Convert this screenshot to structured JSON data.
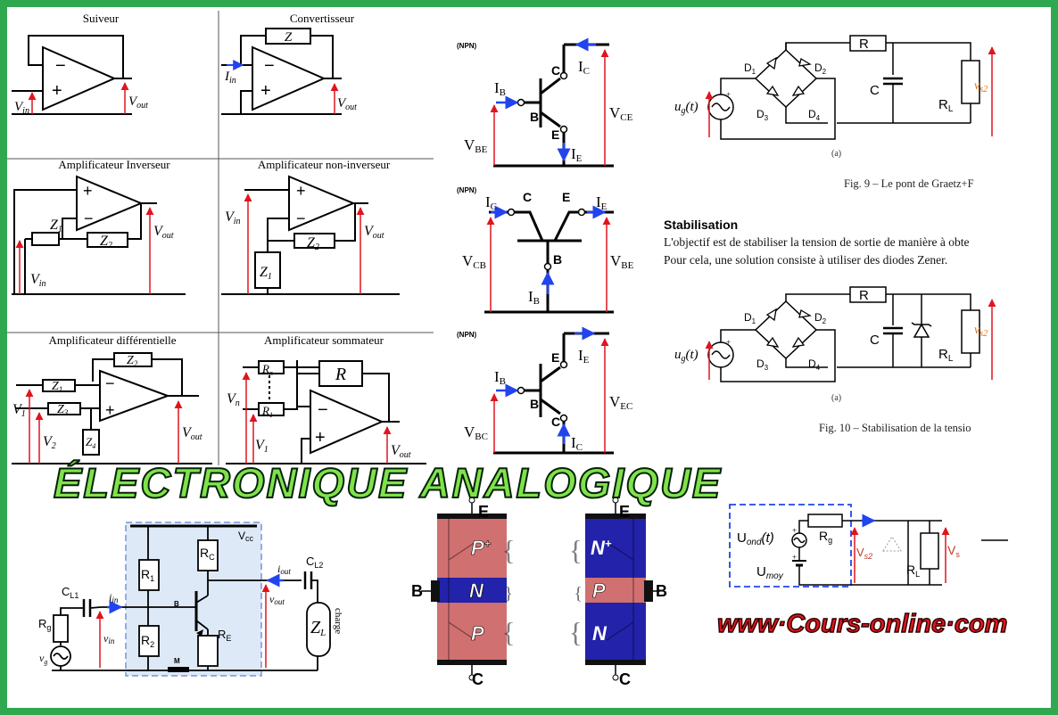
{
  "op_amps": [
    {
      "title": "Suiveur",
      "labels": {
        "in": "V",
        "in_sub": "in",
        "out": "V",
        "out_sub": "out"
      }
    },
    {
      "title": "Convertisseur",
      "labels": {
        "fb": "Z",
        "in": "I",
        "in_sub": "in",
        "out": "V",
        "out_sub": "out"
      }
    },
    {
      "title": "Amplificateur Inverseur",
      "labels": {
        "z1": "Z",
        "z1_sub": "1",
        "z2": "Z",
        "z2_sub": "2",
        "in": "V",
        "in_sub": "in",
        "out": "V",
        "out_sub": "out"
      }
    },
    {
      "title": "Amplificateur non-inverseur",
      "labels": {
        "z1": "Z",
        "z1_sub": "1",
        "z2": "Z",
        "z2_sub": "2",
        "in": "V",
        "in_sub": "in",
        "out": "V",
        "out_sub": "out"
      }
    },
    {
      "title": "Amplificateur différentielle",
      "labels": {
        "z1": "Z",
        "z1_sub": "1",
        "z2": "Z",
        "z2_sub": "2",
        "z3": "Z",
        "z3_sub": "3",
        "z4": "Z",
        "z4_sub": "4",
        "v1": "V",
        "v1_sub": "1",
        "v2": "V",
        "v2_sub": "2",
        "out": "V",
        "out_sub": "out"
      }
    },
    {
      "title": "Amplificateur sommateur",
      "labels": {
        "rn": "R",
        "rn_sub": "n",
        "r1": "R",
        "r1_sub": "1",
        "r": "R",
        "vn": "V",
        "vn_sub": "n",
        "v1": "V",
        "v1_sub": "1",
        "out": "V",
        "out_sub": "out"
      }
    }
  ],
  "transistors": [
    {
      "type": "(NPN)",
      "ib": "I",
      "ib_sub": "B",
      "ic": "I",
      "ic_sub": "C",
      "ie": "I",
      "ie_sub": "E",
      "v1": "V",
      "v1_sub": "BE",
      "v2": "V",
      "v2_sub": "CE",
      "b": "B",
      "c": "C",
      "e": "E"
    },
    {
      "type": "(NPN)",
      "ic": "I",
      "ic_sub": "C",
      "ie": "I",
      "ie_sub": "E",
      "ib": "I",
      "ib_sub": "B",
      "v1": "V",
      "v1_sub": "CB",
      "v2": "V",
      "v2_sub": "BE",
      "b": "B",
      "c": "C",
      "e": "E"
    },
    {
      "type": "(NPN)",
      "ib": "I",
      "ib_sub": "B",
      "ie": "I",
      "ie_sub": "E",
      "ic": "I",
      "ic_sub": "C",
      "v1": "V",
      "v1_sub": "BC",
      "v2": "V",
      "v2_sub": "EC",
      "b": "B",
      "c": "C",
      "e": "E"
    }
  ],
  "graetz1": {
    "caption": "Fig. 9 – Le pont de Graetz+F",
    "sub": "(a)",
    "ug": "u",
    "ug_sub": "g",
    "ug_t": "(t)",
    "r": "R",
    "c": "C",
    "rl": "R",
    "rl_sub": "L",
    "vs": "v",
    "vs_sub": "s2",
    "d1": "D",
    "d1_sub": "1",
    "d2": "D",
    "d2_sub": "2",
    "d3": "D",
    "d3_sub": "3",
    "d4": "D",
    "d4_sub": "4"
  },
  "stabilisation": {
    "heading": "Stabilisation",
    "line1": "L'objectif est de stabiliser la tension de sortie de manière à obte",
    "line2": "Pour cela, une solution consiste à utiliser des diodes Zener."
  },
  "graetz2": {
    "caption": "Fig. 10 – Stabilisation de la tensio",
    "sub": "(a)",
    "ug": "u",
    "ug_sub": "g",
    "ug_t": "(t)",
    "r": "R",
    "c": "C",
    "rl": "R",
    "rl_sub": "L",
    "vs": "v",
    "vs_sub": "s2",
    "d1": "D",
    "d1_sub": "1",
    "d2": "D",
    "d2_sub": "2",
    "d3": "D",
    "d3_sub": "3",
    "d4": "D",
    "d4_sub": "4"
  },
  "title": "ÉLECTRONIQUE ANALOGIQUE",
  "website": "www·Cours-online·com",
  "amp_stage": {
    "vcc": "V",
    "vcc_sub": "cc",
    "rc": "R",
    "rc_sub": "C",
    "r1": "R",
    "r1_sub": "1",
    "r2": "R",
    "r2_sub": "2",
    "re": "R",
    "re_sub": "E",
    "cl1": "C",
    "cl1_sub": "L1",
    "cl2": "C",
    "cl2_sub": "L2",
    "rg": "R",
    "rg_sub": "g",
    "vg": "v",
    "vg_sub": "g",
    "iin": "i",
    "iin_sub": "in",
    "vin": "v",
    "vin_sub": "in",
    "iout": "i",
    "iout_sub": "out",
    "vout": "v",
    "vout_sub": "out",
    "zl": "Z",
    "zl_sub": "L",
    "charge": "charge",
    "b": "B",
    "m": "M"
  },
  "pnp_block": {
    "e": "E",
    "b": "B",
    "c": "C",
    "top": "P",
    "top_sup": "+",
    "mid": "N",
    "bot": "P"
  },
  "npn_block": {
    "e": "E",
    "b": "B",
    "c": "C",
    "top": "N",
    "top_sup": "+",
    "mid": "P",
    "bot": "N"
  },
  "ond_circuit": {
    "uond": "U",
    "uond_sub": "ond",
    "uond_t": "(t)",
    "umoy": "U",
    "umoy_sub": "moy",
    "rg": "R",
    "rg_sub": "g",
    "vs2": "V",
    "vs2_sub": "s2",
    "rl": "R",
    "rl_sub": "L",
    "vs": "V",
    "vs_sub": "s"
  },
  "colors": {
    "border": "#2fa84f",
    "arrow_red": "#e0141d",
    "arrow_blue": "#2244ee",
    "title_fill": "#7fe24a",
    "website": "#e0141d",
    "pnp_block": "#d07070",
    "npn_block": "#2222aa",
    "dashed_box": "#d8e8f8"
  }
}
